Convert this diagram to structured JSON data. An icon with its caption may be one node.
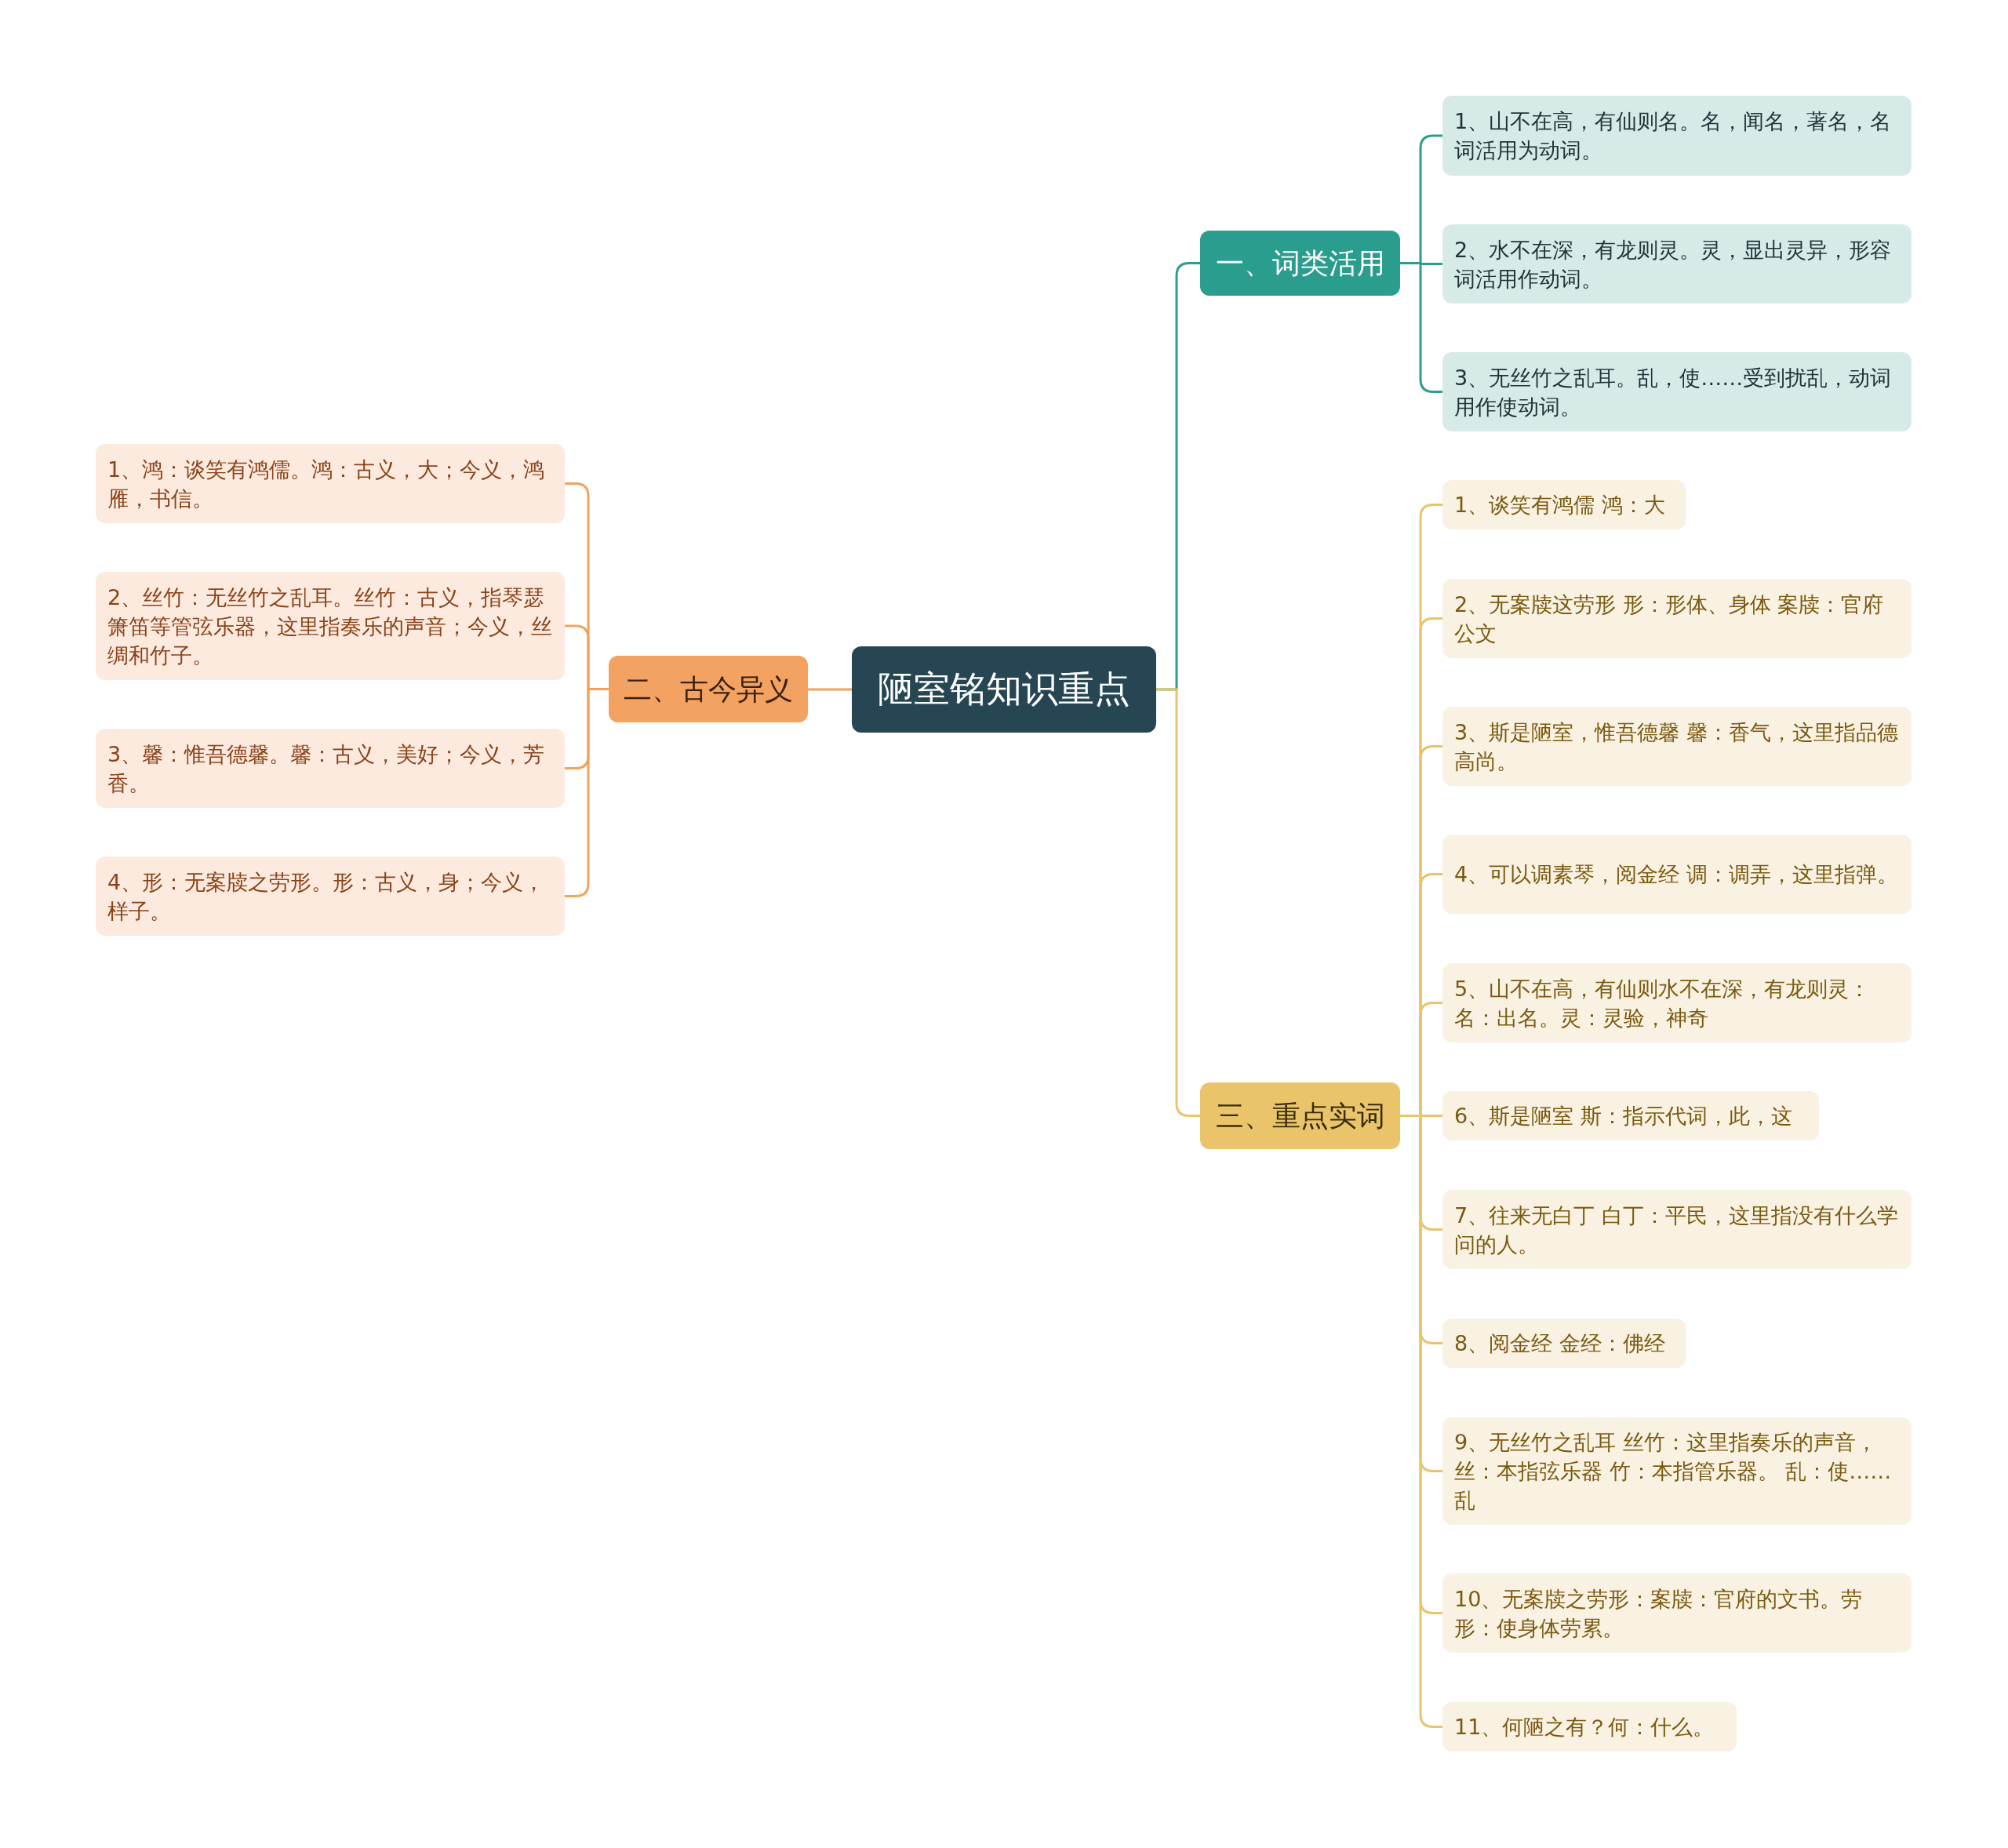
{
  "diagram": {
    "nodes": [
      {
        "text": [
          "陋室铭知识重点"
        ]
      },
      {
        "text": [
          "一、词类活用"
        ]
      },
      {
        "text": [
          "1、山不在高，有仙则名。名，闻名，著名，名词活用为动词。"
        ]
      },
      {
        "text": [
          "2、水不在深，有龙则灵。灵，显出灵异，形容词活用作动词。"
        ]
      },
      {
        "text": [
          "3、无丝竹之乱耳。乱，使……受到扰乱，动词用作使动词。"
        ]
      },
      {
        "text": [
          "二、古今异义"
        ]
      },
      {
        "text": [
          "1、鸿：谈笑有鸿儒。鸿：古义，大；今义，鸿雁，书信。"
        ]
      },
      {
        "text": [
          "2、丝竹：无丝竹之乱耳。丝竹：古义，指琴瑟箫笛等管弦乐器，这里指奏乐的声音；今义，丝绸和竹子。"
        ]
      },
      {
        "text": [
          "3、馨：惟吾德馨。馨：古义，美好；今义，芳香。"
        ]
      },
      {
        "text": [
          "4、形：无案牍之劳形。形：古义，身；今义，样子。"
        ]
      },
      {
        "text": [
          "三、重点实词"
        ]
      },
      {
        "text": [
          "1、谈笑有鸿儒 鸿：大"
        ]
      },
      {
        "text": [
          "2、无案牍这劳形 形：形体、身体 案牍：官府公文"
        ]
      },
      {
        "text": [
          "3、斯是陋室，惟吾德馨 馨：香气，这里指品德高尚。"
        ]
      },
      {
        "text": [
          "4、可以调素琴，阅金经 调：调弄，这里指弹。"
        ]
      },
      {
        "text": [
          "5、山不在高，有仙则水不在深，有龙则灵：名：出名。灵：灵验，神奇"
        ]
      },
      {
        "text": [
          "6、斯是陋室 斯：指示代词，此，这"
        ]
      },
      {
        "text": [
          "7、往来无白丁 白丁：平民，这里指没有什么学问的人。"
        ]
      },
      {
        "text": [
          "8、阅金经 金经：佛经"
        ]
      },
      {
        "text": [
          "9、无丝竹之乱耳 丝竹：这里指奏乐的声音，丝：本指弦乐器 竹：本指管乐器。 乱：使……乱"
        ]
      },
      {
        "text": [
          "10、无案牍之劳形：案牍：官府的文书。劳形：使身体劳累。"
        ]
      },
      {
        "text": [
          "11、何陋之有？何：什么。"
        ]
      }
    ],
    "edges": [
      {
        "from": 0,
        "to": 1,
        "arrow": "none",
        "color": "#2e9e8c"
      },
      {
        "from": 1,
        "to": 2,
        "arrow": "none",
        "color": "#2e9e8c"
      },
      {
        "from": 1,
        "to": 3,
        "arrow": "none",
        "color": "#2e9e8c"
      },
      {
        "from": 1,
        "to": 4,
        "arrow": "none",
        "color": "#2e9e8c"
      },
      {
        "from": 0,
        "to": 5,
        "arrow": "none",
        "color": "#f0a35e"
      },
      {
        "from": 5,
        "to": 6,
        "arrow": "none",
        "color": "#f0a35e"
      },
      {
        "from": 5,
        "to": 7,
        "arrow": "none",
        "color": "#f0a35e"
      },
      {
        "from": 5,
        "to": 8,
        "arrow": "none",
        "color": "#f0a35e"
      },
      {
        "from": 5,
        "to": 9,
        "arrow": "none",
        "color": "#f0a35e"
      },
      {
        "from": 0,
        "to": 10,
        "arrow": "none"
      },
      {
        "from": 10,
        "to": 11,
        "arrow": "none"
      },
      {
        "from": 10,
        "to": 12,
        "arrow": "none"
      },
      {
        "from": 10,
        "to": 13,
        "arrow": "none"
      },
      {
        "from": 10,
        "to": 14,
        "arrow": "none"
      },
      {
        "from": 10,
        "to": 15,
        "arrow": "none"
      },
      {
        "from": 10,
        "to": 16,
        "arrow": "none"
      },
      {
        "from": 10,
        "to": 17,
        "arrow": "none"
      },
      {
        "from": 10,
        "to": 18,
        "arrow": "none"
      },
      {
        "from": 10,
        "to": 19,
        "arrow": "none"
      },
      {
        "from": 10,
        "to": 20,
        "arrow": "none"
      },
      {
        "from": 10,
        "to": 21,
        "arrow": "none"
      }
    ]
  }
}
